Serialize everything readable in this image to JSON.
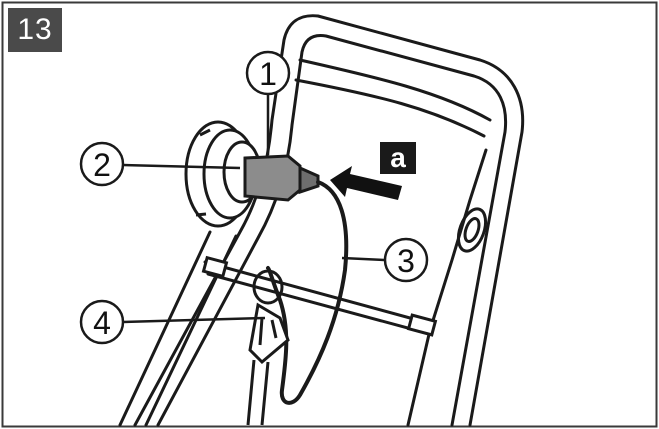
{
  "step_number": "13",
  "inset_label": "a",
  "callouts": [
    "1",
    "2",
    "3",
    "4"
  ],
  "colors": {
    "badge": "#4a4a4a",
    "line": "#1a1a1a",
    "plug": "#8c8c8c"
  }
}
